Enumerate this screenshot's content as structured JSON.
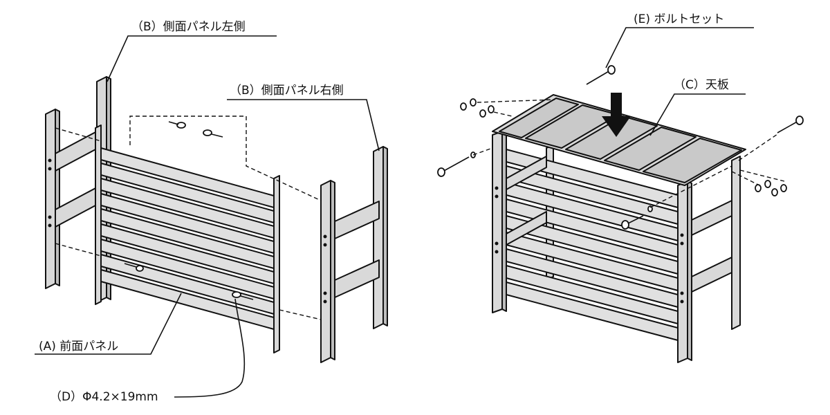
{
  "labels": {
    "side_left": "（B）側面パネル左側",
    "side_right": "（B）側面パネル右側",
    "front": "(A) 前面パネル",
    "screw": "（D）Φ4.2×19mm",
    "bolt": "(E) ボルトセット",
    "top": "（C）天板"
  },
  "colors": {
    "line": "#111111",
    "wood_fill": "#d9d9d9",
    "top_fill": "#c9c9c9"
  },
  "icons": {
    "down_arrow": "down-arrow-icon",
    "screw": "screw-icon",
    "bolt": "bolt-icon"
  }
}
